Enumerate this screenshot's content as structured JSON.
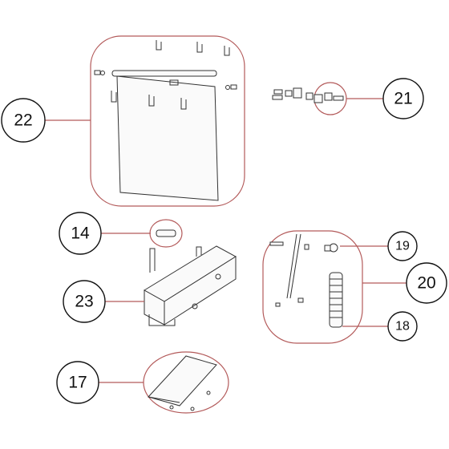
{
  "callouts": {
    "c22": "22",
    "c21": "21",
    "c14": "14",
    "c19": "19",
    "c20": "20",
    "c23": "23",
    "c18": "18",
    "c17": "17"
  },
  "colors": {
    "leader": "#b35a5a",
    "bubble_stroke": "#111111",
    "part_stroke": "#333333"
  }
}
